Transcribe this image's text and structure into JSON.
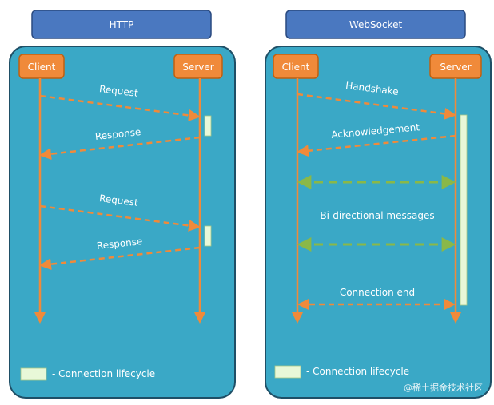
{
  "http": {
    "title": "HTTP",
    "client": "Client",
    "server": "Server",
    "messages": [
      "Request",
      "Response",
      "Request",
      "Response"
    ],
    "legend": "- Connection lifecycle"
  },
  "websocket": {
    "title": "WebSocket",
    "client": "Client",
    "server": "Server",
    "handshake": "Handshake",
    "acknowledgement": "Acknowledgement",
    "bidirectional": "Bi-directional messages",
    "connection_end": "Connection end",
    "legend": "- Connection lifecycle"
  },
  "watermark": "@稀土掘金技术社区",
  "colors": {
    "panel": "#3aa8c6",
    "title_box": "#4a78c0",
    "role_box": "#f08a3a",
    "arrow_orange": "#f08a3a",
    "arrow_green": "#8ab848",
    "lifecycle": "#e8f8d8"
  }
}
